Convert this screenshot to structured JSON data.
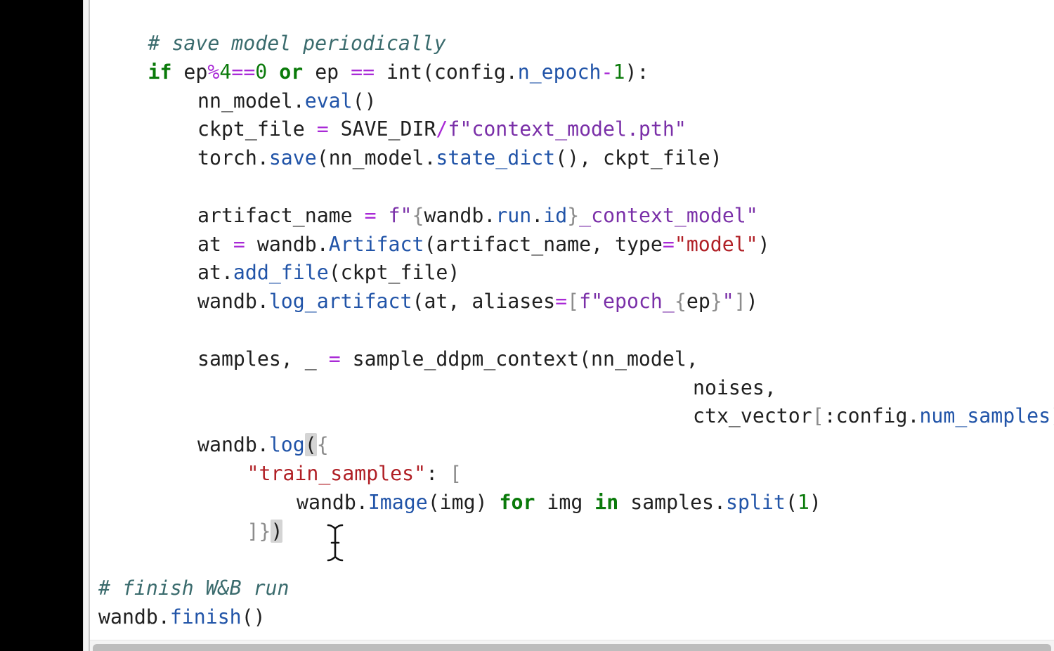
{
  "code": {
    "lines": [
      {
        "indent": 1,
        "tokens": [
          {
            "t": "# save model periodically",
            "c": "cmt"
          }
        ]
      },
      {
        "indent": 1,
        "tokens": [
          {
            "t": "if",
            "c": "kw"
          },
          {
            "t": " ep",
            "c": "plain"
          },
          {
            "t": "%",
            "c": "op"
          },
          {
            "t": "4",
            "c": "num"
          },
          {
            "t": "==",
            "c": "op"
          },
          {
            "t": "0",
            "c": "num"
          },
          {
            "t": " ",
            "c": "plain"
          },
          {
            "t": "or",
            "c": "kw"
          },
          {
            "t": " ep ",
            "c": "plain"
          },
          {
            "t": "==",
            "c": "op"
          },
          {
            "t": " int(config.",
            "c": "plain"
          },
          {
            "t": "n_epoch",
            "c": "attr"
          },
          {
            "t": "-",
            "c": "op"
          },
          {
            "t": "1",
            "c": "num"
          },
          {
            "t": "):",
            "c": "plain"
          }
        ]
      },
      {
        "indent": 2,
        "tokens": [
          {
            "t": "nn_model.",
            "c": "plain"
          },
          {
            "t": "eval",
            "c": "attr"
          },
          {
            "t": "()",
            "c": "plain"
          }
        ]
      },
      {
        "indent": 2,
        "tokens": [
          {
            "t": "ckpt_file ",
            "c": "plain"
          },
          {
            "t": "=",
            "c": "op"
          },
          {
            "t": " SAVE_DIR",
            "c": "plain"
          },
          {
            "t": "/",
            "c": "op"
          },
          {
            "t": "f\"context_model.pth\"",
            "c": "fstr"
          }
        ]
      },
      {
        "indent": 2,
        "tokens": [
          {
            "t": "torch.",
            "c": "plain"
          },
          {
            "t": "save",
            "c": "attr"
          },
          {
            "t": "(nn_model.",
            "c": "plain"
          },
          {
            "t": "state_dict",
            "c": "attr"
          },
          {
            "t": "(), ckpt_file)",
            "c": "plain"
          }
        ]
      },
      {
        "indent": 0,
        "tokens": []
      },
      {
        "indent": 2,
        "tokens": [
          {
            "t": "artifact_name ",
            "c": "plain"
          },
          {
            "t": "=",
            "c": "op"
          },
          {
            "t": " ",
            "c": "plain"
          },
          {
            "t": "f\"",
            "c": "fstr"
          },
          {
            "t": "{",
            "c": "brk"
          },
          {
            "t": "wandb.",
            "c": "plain"
          },
          {
            "t": "run",
            "c": "attr"
          },
          {
            "t": ".",
            "c": "plain"
          },
          {
            "t": "id",
            "c": "attr"
          },
          {
            "t": "}",
            "c": "brk"
          },
          {
            "t": "_context_model\"",
            "c": "fstr"
          }
        ]
      },
      {
        "indent": 2,
        "tokens": [
          {
            "t": "at ",
            "c": "plain"
          },
          {
            "t": "=",
            "c": "op"
          },
          {
            "t": " wandb.",
            "c": "plain"
          },
          {
            "t": "Artifact",
            "c": "attr"
          },
          {
            "t": "(artifact_name, type",
            "c": "plain"
          },
          {
            "t": "=",
            "c": "op"
          },
          {
            "t": "\"model\"",
            "c": "str"
          },
          {
            "t": ")",
            "c": "plain"
          }
        ]
      },
      {
        "indent": 2,
        "tokens": [
          {
            "t": "at.",
            "c": "plain"
          },
          {
            "t": "add_file",
            "c": "attr"
          },
          {
            "t": "(ckpt_file)",
            "c": "plain"
          }
        ]
      },
      {
        "indent": 2,
        "tokens": [
          {
            "t": "wandb.",
            "c": "plain"
          },
          {
            "t": "log_artifact",
            "c": "attr"
          },
          {
            "t": "(at, aliases",
            "c": "plain"
          },
          {
            "t": "=",
            "c": "op"
          },
          {
            "t": "[",
            "c": "brk"
          },
          {
            "t": "f\"epoch_",
            "c": "fstr"
          },
          {
            "t": "{",
            "c": "brk"
          },
          {
            "t": "ep",
            "c": "plain"
          },
          {
            "t": "}",
            "c": "brk"
          },
          {
            "t": "\"",
            "c": "fstr"
          },
          {
            "t": "]",
            "c": "brk"
          },
          {
            "t": ")",
            "c": "plain"
          }
        ]
      },
      {
        "indent": 0,
        "tokens": []
      },
      {
        "indent": 2,
        "tokens": [
          {
            "t": "samples, _ ",
            "c": "plain"
          },
          {
            "t": "=",
            "c": "op"
          },
          {
            "t": " sample_ddpm_context(nn_model,",
            "c": "plain"
          }
        ]
      },
      {
        "indent": 12,
        "tokens": [
          {
            "t": "noises,",
            "c": "plain"
          }
        ]
      },
      {
        "indent": 12,
        "tokens": [
          {
            "t": "ctx_vector",
            "c": "plain"
          },
          {
            "t": "[",
            "c": "brk"
          },
          {
            "t": ":config.",
            "c": "plain"
          },
          {
            "t": "num_samples",
            "c": "attr"
          },
          {
            "t": "]",
            "c": "brk"
          },
          {
            "t": ")",
            "c": "plain"
          }
        ]
      },
      {
        "indent": 2,
        "tokens": [
          {
            "t": "wandb.",
            "c": "plain"
          },
          {
            "t": "log",
            "c": "attr"
          },
          {
            "t": "(",
            "c": "plain",
            "hl": true
          },
          {
            "t": "{",
            "c": "brk"
          }
        ]
      },
      {
        "indent": 3,
        "tokens": [
          {
            "t": "\"train_samples\"",
            "c": "str"
          },
          {
            "t": ": ",
            "c": "plain"
          },
          {
            "t": "[",
            "c": "brk"
          }
        ]
      },
      {
        "indent": 4,
        "tokens": [
          {
            "t": "wandb.",
            "c": "plain"
          },
          {
            "t": "Image",
            "c": "attr"
          },
          {
            "t": "(img) ",
            "c": "plain"
          },
          {
            "t": "for",
            "c": "kw"
          },
          {
            "t": " img ",
            "c": "plain"
          },
          {
            "t": "in",
            "c": "kw"
          },
          {
            "t": " samples.",
            "c": "plain"
          },
          {
            "t": "split",
            "c": "attr"
          },
          {
            "t": "(",
            "c": "plain"
          },
          {
            "t": "1",
            "c": "num"
          },
          {
            "t": ")",
            "c": "plain"
          }
        ]
      },
      {
        "indent": 3,
        "tokens": [
          {
            "t": "]",
            "c": "brk"
          },
          {
            "t": "}",
            "c": "brk"
          },
          {
            "t": ")",
            "c": "plain",
            "hl": true
          }
        ]
      },
      {
        "indent": 0,
        "tokens": []
      },
      {
        "indent": 0,
        "tokens": [
          {
            "t": "# finish W&B run",
            "c": "cmt"
          }
        ]
      },
      {
        "indent": 0,
        "tokens": [
          {
            "t": "wandb.",
            "c": "plain"
          },
          {
            "t": "finish",
            "c": "attr"
          },
          {
            "t": "()",
            "c": "plain"
          }
        ]
      }
    ]
  },
  "icons": {
    "cursor": "text-cursor-icon"
  }
}
